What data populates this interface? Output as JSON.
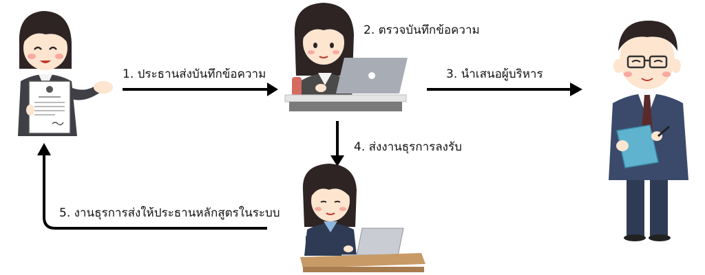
{
  "steps": {
    "step1": "1. ประธานส่งบันทึกข้อความ",
    "step2": "2. ตรวจบันทึกข้อความ",
    "step3": "3. นำเสนอผู้บริหาร",
    "step4": "4. ส่งงานธุรการลงรับ",
    "step5": "5. งานธุรการส่งให้ประธานหลักสูตรในระบบ"
  },
  "colors": {
    "arrow": "#000000",
    "hair": "#2e2424",
    "skin": "#fde5d0",
    "blush": "#f9a9a0",
    "suit_gray": "#4a4a4a",
    "suit_navy": "#2f3b55",
    "shirt_blue": "#8fb7de",
    "desk": "#c79a66",
    "clipboard": "#5fb3cf",
    "tie": "#5a2a2a"
  }
}
